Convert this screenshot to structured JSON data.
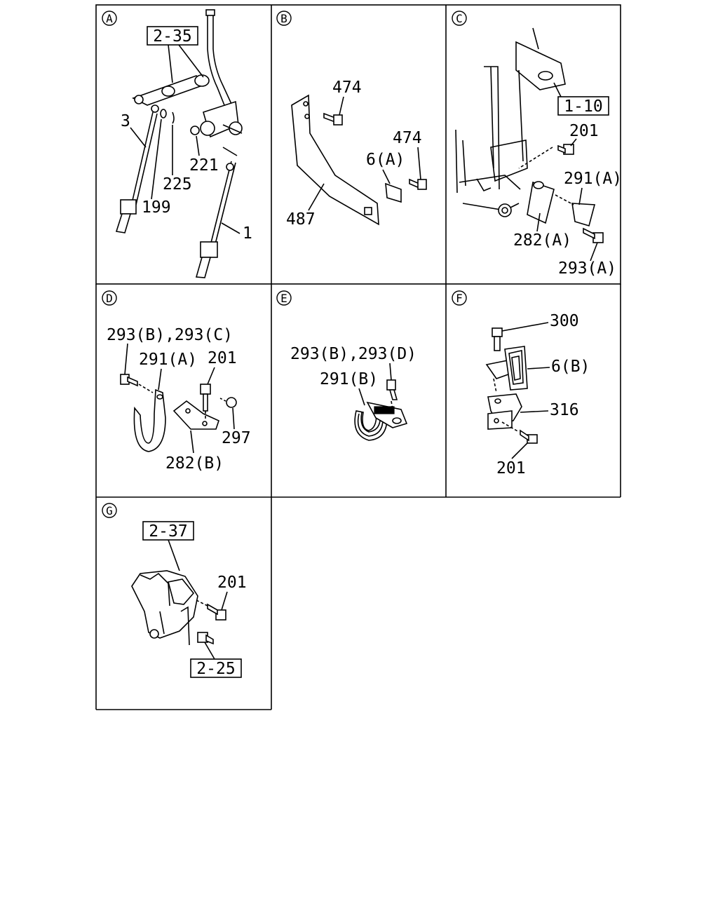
{
  "panels": [
    {
      "id": "A",
      "refs": [
        "2-35"
      ],
      "callouts": [
        "3",
        "199",
        "225",
        "221",
        "1"
      ]
    },
    {
      "id": "B",
      "refs": [],
      "callouts": [
        "474",
        "474",
        "6(A)",
        "487"
      ]
    },
    {
      "id": "C",
      "refs": [
        "1-10"
      ],
      "callouts": [
        "201",
        "291(A)",
        "282(A)",
        "293(A)"
      ]
    },
    {
      "id": "D",
      "refs": [],
      "callouts": [
        "293(B),293(C)",
        "291(A)",
        "201",
        "297",
        "282(B)"
      ]
    },
    {
      "id": "E",
      "refs": [],
      "callouts": [
        "293(B),293(D)",
        "291(B)"
      ]
    },
    {
      "id": "F",
      "refs": [],
      "callouts": [
        "300",
        "6(B)",
        "316",
        "201"
      ]
    },
    {
      "id": "G",
      "refs": [
        "2-37",
        "2-25"
      ],
      "callouts": [
        "201"
      ]
    }
  ]
}
